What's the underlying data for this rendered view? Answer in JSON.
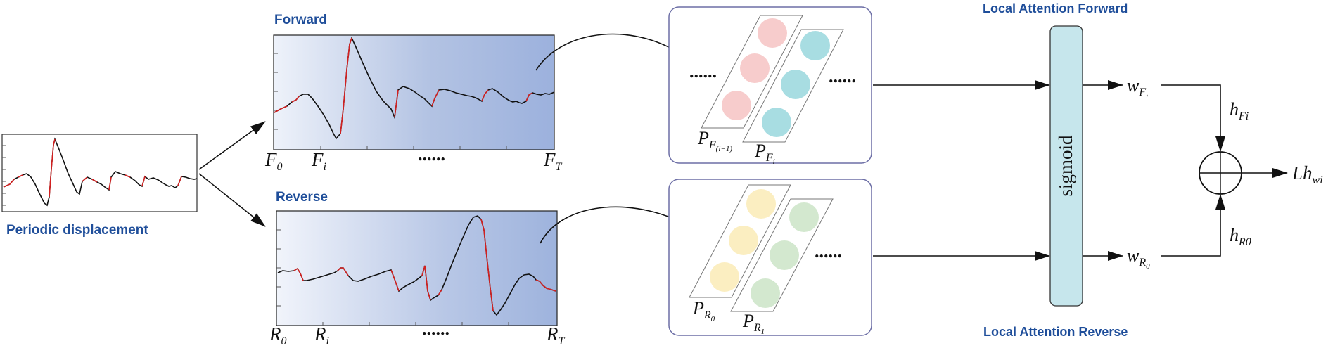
{
  "labels": {
    "periodic": "Periodic displacement",
    "forward": "Forward",
    "reverse": "Reverse",
    "laf": "Local Attention Forward",
    "lar": "Local Attention Reverse",
    "sigmoid": "sigmoid",
    "dots": "......"
  },
  "math": {
    "F": "F",
    "R": "R",
    "sub0": "0",
    "subi": "i",
    "subT": "T",
    "P": "P",
    "Fi_outer": "F",
    "Fi_inner": "i",
    "Fprev_outer": "F",
    "Fprev_inner": "(i−1)",
    "R0_outer": "R",
    "R0_inner": "0",
    "R1_outer": "R",
    "R1_inner": "1",
    "w": "w",
    "h": "h",
    "hF_sub": "Fi",
    "hR_sub": "R0",
    "Lh": "Lh",
    "Lh_sub": "wi"
  },
  "colors": {
    "blue_text": "#1f4e9a",
    "signal_black": "#111111",
    "signal_red": "#d42020",
    "pink": "#f7cccc",
    "cyan": "#a8dde2",
    "yellow": "#fbeec1",
    "green": "#d3e8cf",
    "sigmoid_fill": "#c6e6ec"
  },
  "icons": [
    "arrow-icon",
    "circle-plus-icon",
    "curved-arrow-icon"
  ]
}
